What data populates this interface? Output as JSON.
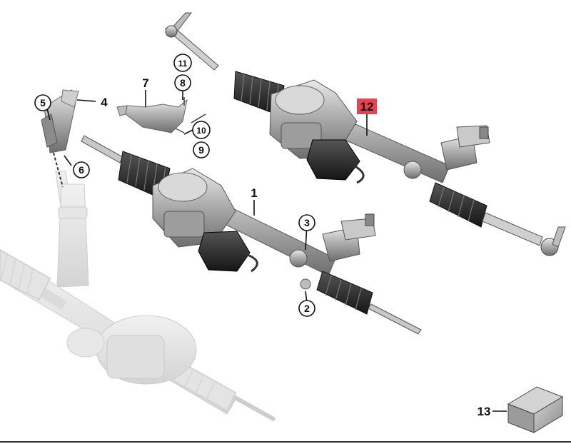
{
  "diagram": {
    "highlight_color": "#e8434f",
    "callouts": [
      {
        "id": "c1",
        "label": "1",
        "style": "plain"
      },
      {
        "id": "c2",
        "label": "2",
        "style": "circled"
      },
      {
        "id": "c3",
        "label": "3",
        "style": "circled"
      },
      {
        "id": "c4",
        "label": "4",
        "style": "plain"
      },
      {
        "id": "c5",
        "label": "5",
        "style": "circled"
      },
      {
        "id": "c6",
        "label": "6",
        "style": "circled"
      },
      {
        "id": "c7",
        "label": "7",
        "style": "plain"
      },
      {
        "id": "c8",
        "label": "8",
        "style": "circled"
      },
      {
        "id": "c9",
        "label": "9",
        "style": "circled"
      },
      {
        "id": "c10",
        "label": "10",
        "style": "circled"
      },
      {
        "id": "c11",
        "label": "11",
        "style": "circled"
      },
      {
        "id": "c12",
        "label": "12",
        "style": "highlighted"
      },
      {
        "id": "c13",
        "label": "13",
        "style": "plain"
      }
    ]
  }
}
